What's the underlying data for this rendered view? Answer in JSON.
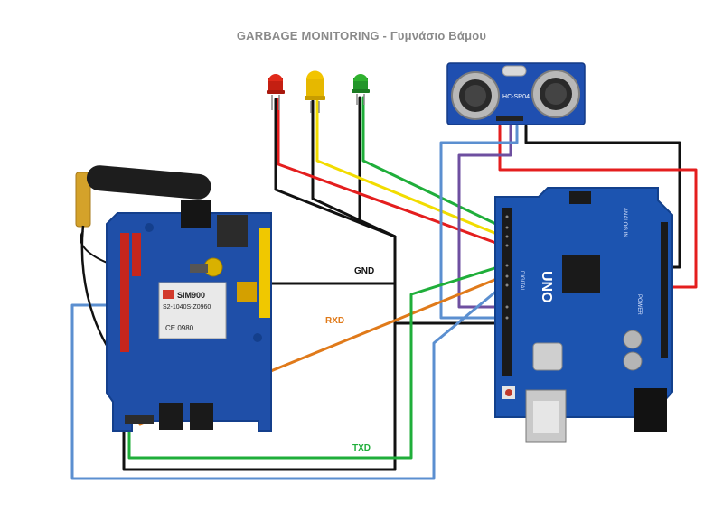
{
  "title": "GARBAGE MONITORING - Γυμνάσιο Βάμου",
  "labels": {
    "gnd": "GND",
    "rxd": "RXD",
    "txd": "TXD"
  },
  "sim_module": {
    "chip_name": "SIM900",
    "chip_line2": "S2-1040S-Z0960",
    "ce_mark": "CE 0980"
  },
  "sensor": {
    "model": "HC-SR04"
  },
  "arduino": {
    "logo": "UNO",
    "analog_label": "ANALOG IN",
    "power_label": "POWER",
    "digital_label": "DIGITAL"
  },
  "leds": [
    {
      "name": "red",
      "color": "#e02a1a"
    },
    {
      "name": "yellow",
      "color": "#f2c400"
    },
    {
      "name": "green",
      "color": "#2fb12f"
    }
  ],
  "wire_colors": {
    "black": "#111111",
    "red": "#e41e1e",
    "yellow": "#f2dc00",
    "green": "#1fae3a",
    "orange": "#e07a1a",
    "blue": "#5b8fd0",
    "purple": "#6e4fa0",
    "board_blue": "#1a3d8f"
  }
}
